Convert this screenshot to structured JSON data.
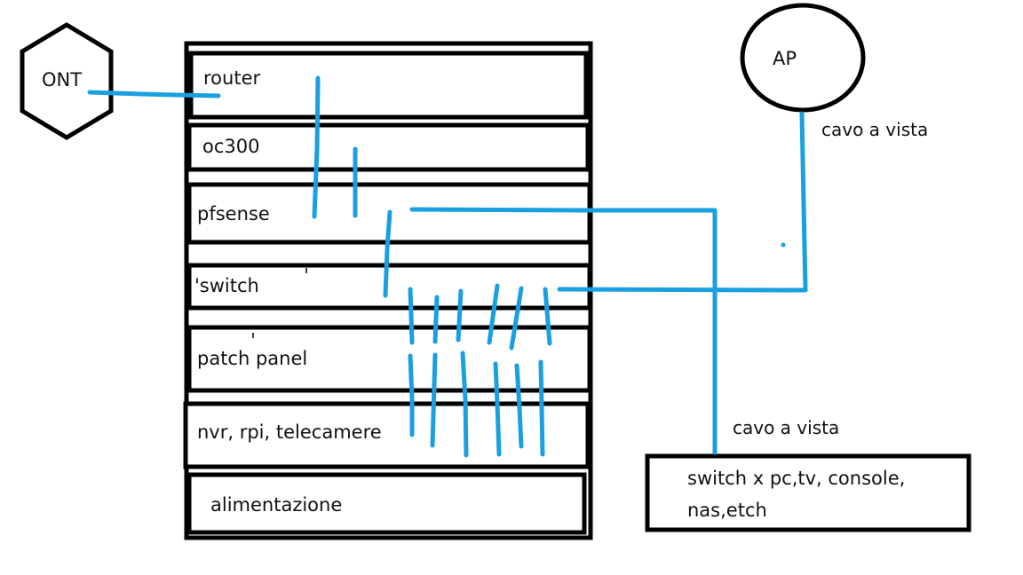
{
  "diagram": {
    "title": "",
    "colors": {
      "cable": "#1a9fe0",
      "outline": "#000000",
      "background": "#ffffff"
    },
    "nodes": {
      "ont": {
        "label": "ONT",
        "shape": "hexagon"
      },
      "ap": {
        "label": "AP",
        "shape": "circle"
      },
      "external_switch": {
        "label_line1": "switch x pc,tv, console,",
        "label_line2": "nas,etch",
        "shape": "rectangle"
      }
    },
    "rack": {
      "slots": [
        {
          "id": "router",
          "label": "router"
        },
        {
          "id": "oc300",
          "label": "oc300"
        },
        {
          "id": "pfsense",
          "label": "pfsense"
        },
        {
          "id": "switch",
          "label": "'switch"
        },
        {
          "id": "patch-panel",
          "label": "patch panel"
        },
        {
          "id": "nvr",
          "label": "nvr, rpi, telecamere"
        },
        {
          "id": "power",
          "label": "alimentazione"
        }
      ]
    },
    "annotations": {
      "ap_cable": "cavo a vista",
      "switch_cable": "cavo a vista"
    },
    "connections": [
      {
        "from": "ONT",
        "to": "router"
      },
      {
        "from": "router",
        "to": "pfsense"
      },
      {
        "from": "oc300",
        "to": "pfsense"
      },
      {
        "from": "pfsense",
        "to": "switch"
      },
      {
        "from": "pfsense",
        "to": "switch x pc,tv, console, nas,etch",
        "note": "cavo a vista"
      },
      {
        "from": "switch",
        "to": "AP",
        "note": "cavo a vista"
      },
      {
        "from": "switch",
        "to": "patch panel",
        "count": 6
      },
      {
        "from": "patch panel",
        "to": "nvr, rpi, telecamere",
        "count": 6
      }
    ]
  }
}
